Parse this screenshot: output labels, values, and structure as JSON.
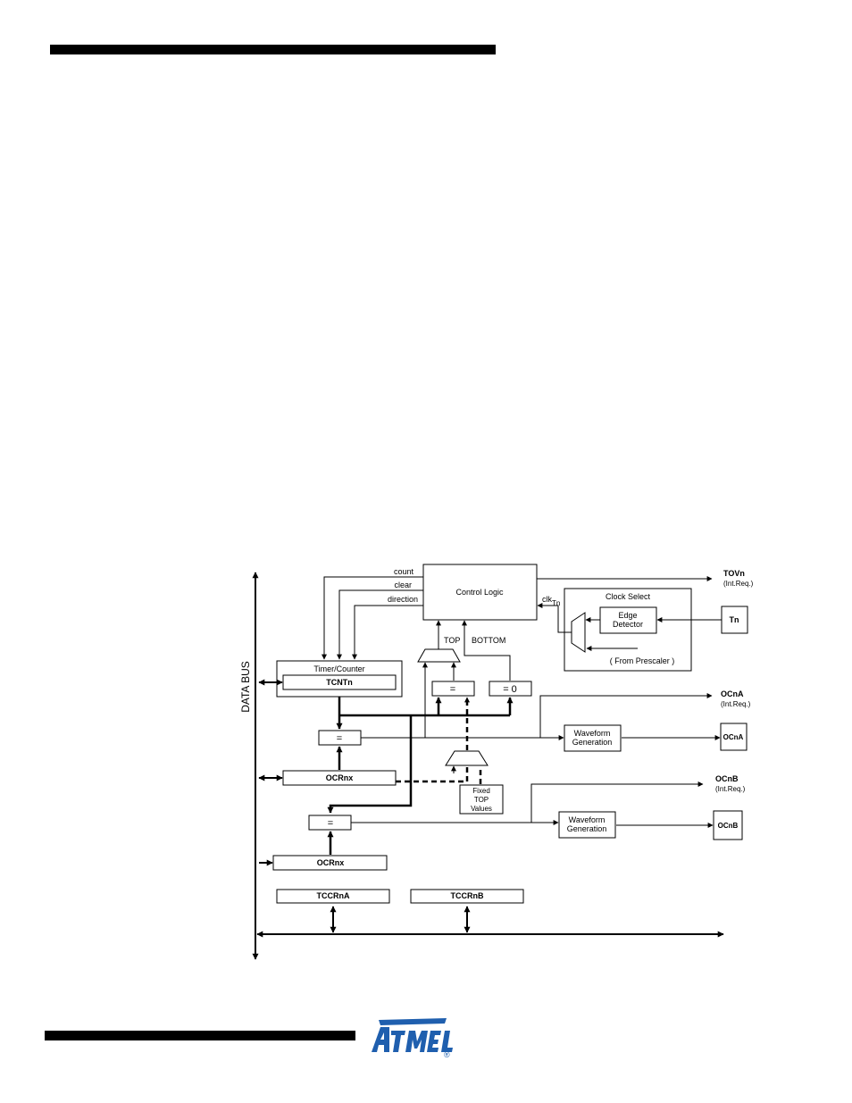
{
  "diagram": {
    "data_bus": "DATA BUS",
    "control_logic": "Control Logic",
    "signals": {
      "count": "count",
      "clear": "clear",
      "direction": "direction",
      "top": "TOP",
      "bottom": "BOTTOM",
      "clk": "clk",
      "clk_sub": "Tn"
    },
    "clock_select": {
      "title": "Clock Select",
      "edge_line1": "Edge",
      "edge_line2": "Detector",
      "prescaler": "( From Prescaler )"
    },
    "tn": "Tn",
    "timer_counter": {
      "title": "Timer/Counter",
      "register": "TCNTn"
    },
    "eq_symbol": "=",
    "eq_zero": "= 0",
    "ocrnx_a": "OCRnx",
    "ocrnx_b": "OCRnx",
    "fixed_top": {
      "line1": "Fixed",
      "line2": "TOP",
      "line3": "Values"
    },
    "waveform_a": {
      "line1": "Waveform",
      "line2": "Generation"
    },
    "waveform_b": {
      "line1": "Waveform",
      "line2": "Generation"
    },
    "outputs": {
      "tovn": "TOVn",
      "tovn_req": "(Int.Req.)",
      "ocna_flag": "OCnA",
      "ocna_req": "(Int.Req.)",
      "ocna_pin": "OCnA",
      "ocnb_flag": "OCnB",
      "ocnb_req": "(Int.Req.)",
      "ocnb_pin": "OCnB"
    },
    "tccrna": "TCCRnA",
    "tccrnb": "TCCRnB"
  },
  "logo": {
    "brand": "ATMEL",
    "registered": "®",
    "color": "#1f5fae"
  }
}
